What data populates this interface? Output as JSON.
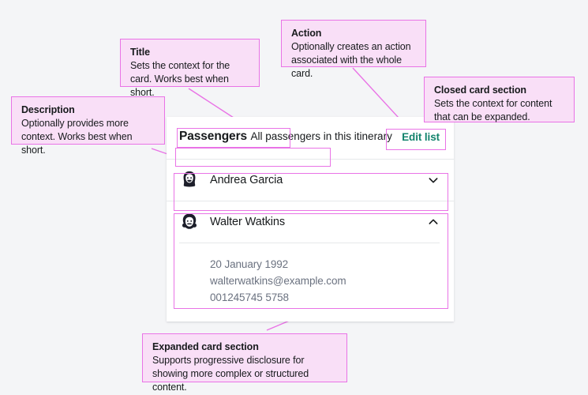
{
  "page": {
    "background_color": "#f4f5f7",
    "annotation_border_color": "#e973e6",
    "annotation_fill_color": "#f9dff7",
    "action_link_color": "#12836c"
  },
  "card": {
    "title": "Passengers",
    "description": "All passengers in this itinerary",
    "action_label": "Edit list",
    "sections": [
      {
        "avatar_icon": "person-long-hair-avatar-icon",
        "name": "Andrea Garcia",
        "chevron_icon": "chevron-down-icon",
        "expanded": false,
        "details": []
      },
      {
        "avatar_icon": "person-short-hair-avatar-icon",
        "name": "Walter Watkins",
        "chevron_icon": "chevron-up-icon",
        "expanded": true,
        "details": [
          "20 January 1992",
          "walterwatkins@example.com",
          "001245745 5758"
        ]
      }
    ]
  },
  "annotations": [
    {
      "key": "title",
      "title": "Title",
      "body": "Sets the context for the card. Works best when short."
    },
    {
      "key": "action",
      "title": "Action",
      "body": "Optionally creates an action associated with the whole card."
    },
    {
      "key": "closed_card_section",
      "title": "Closed card section",
      "body": "Sets the context for content that can be expanded."
    },
    {
      "key": "description",
      "title": "Description",
      "body": "Optionally provides more context. Works best when short."
    },
    {
      "key": "expanded_card_section",
      "title": "Expanded card section",
      "body": "Supports progressive disclosure for showing more complex or structured content."
    }
  ]
}
